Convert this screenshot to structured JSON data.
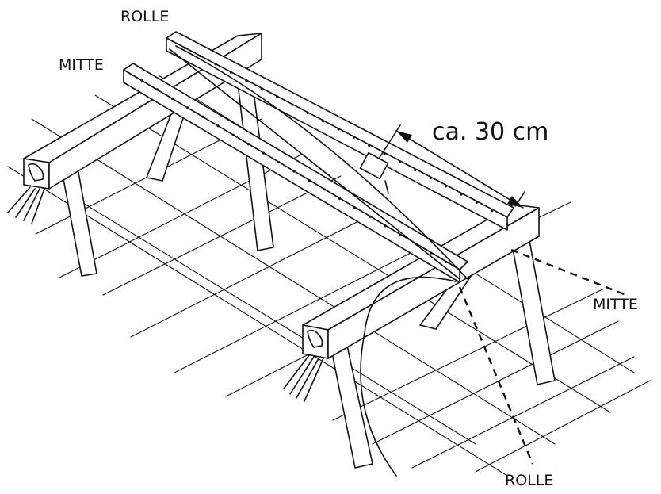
{
  "labels": {
    "top_left_rolle": "ROLLE",
    "top_left_mitte": "MITTE",
    "dimension": "ca. 30 cm",
    "right_mitte": "MITTE",
    "bottom_rolle": "ROLLE"
  }
}
